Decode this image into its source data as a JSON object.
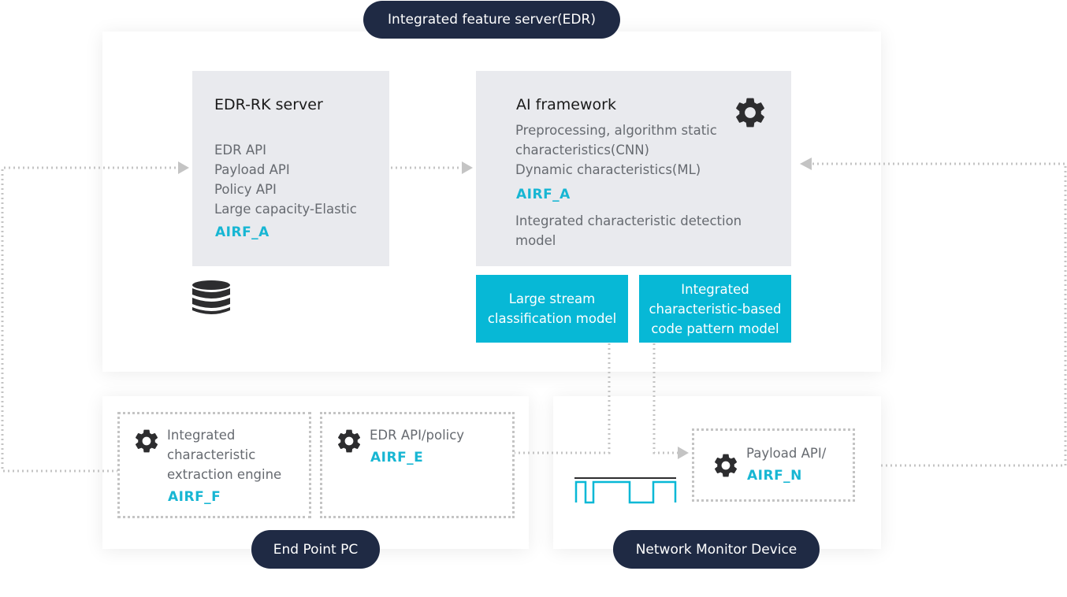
{
  "server": {
    "label": "Integrated feature server(EDR)"
  },
  "edr_rk": {
    "title": "EDR-RK server",
    "items": [
      "EDR API",
      "Payload API",
      "Policy API",
      "Large capacity-Elastic"
    ],
    "code": "AIRF_A"
  },
  "ai_framework": {
    "title": "AI framework",
    "lines": [
      "Preprocessing, algorithm static",
      "characteristics(CNN)",
      "Dynamic characteristics(ML)"
    ],
    "code": "AIRF_A",
    "detection_lines": [
      "Integrated characteristic detection",
      "model"
    ]
  },
  "models": {
    "large_stream": [
      "Large stream",
      "classification model"
    ],
    "code_pattern": [
      "Integrated",
      "characteristic-based",
      "code pattern model"
    ]
  },
  "endpoint": {
    "label": "End Point PC",
    "engine_lines": [
      "Integrated",
      "characteristic",
      "extraction engine"
    ],
    "engine_code": "AIRF_F",
    "policy_label": "EDR API/policy",
    "policy_code": "AIRF_E"
  },
  "network": {
    "label": "Network Monitor Device",
    "payload_label": "Payload API/",
    "payload_code": "AIRF_N"
  },
  "icons": [
    "gear-icon",
    "database-icon",
    "signal-waveform-icon",
    "arrow-right-icon",
    "arrow-left-icon"
  ],
  "colors": {
    "navy": "#1f2a44",
    "teal": "#07b8d6",
    "code_text": "#17b6d3",
    "gray_box": "#e9eaee",
    "connector": "#c4c4c4"
  }
}
